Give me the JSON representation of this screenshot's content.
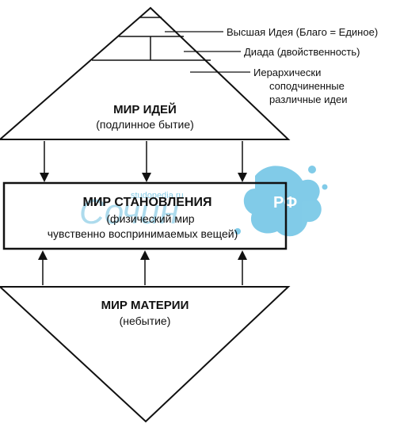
{
  "top_triangle": {
    "title": "МИР ИДЕЙ",
    "subtitle": "(подлинное бытие)",
    "annotations": {
      "highest_idea": "Высшая Идея (Благо = Единое)",
      "dyad": "Диада (двойственность)",
      "hierarchy_line1": "Иерархически",
      "hierarchy_line2": "соподчиненные",
      "hierarchy_line3": "различные идеи"
    }
  },
  "middle_box": {
    "title": "МИР СТАНОВЛЕНИЯ",
    "line1": "(физический мир",
    "line2": "чувственно воспринимаемых вещей)"
  },
  "bottom_triangle": {
    "title": "МИР МАТЕРИИ",
    "subtitle": "(небытие)"
  },
  "watermark": {
    "logo_text": "РФ",
    "site_text": "studopedia.ru",
    "script_text": "Сочин",
    "color": "#4fb3d9"
  }
}
